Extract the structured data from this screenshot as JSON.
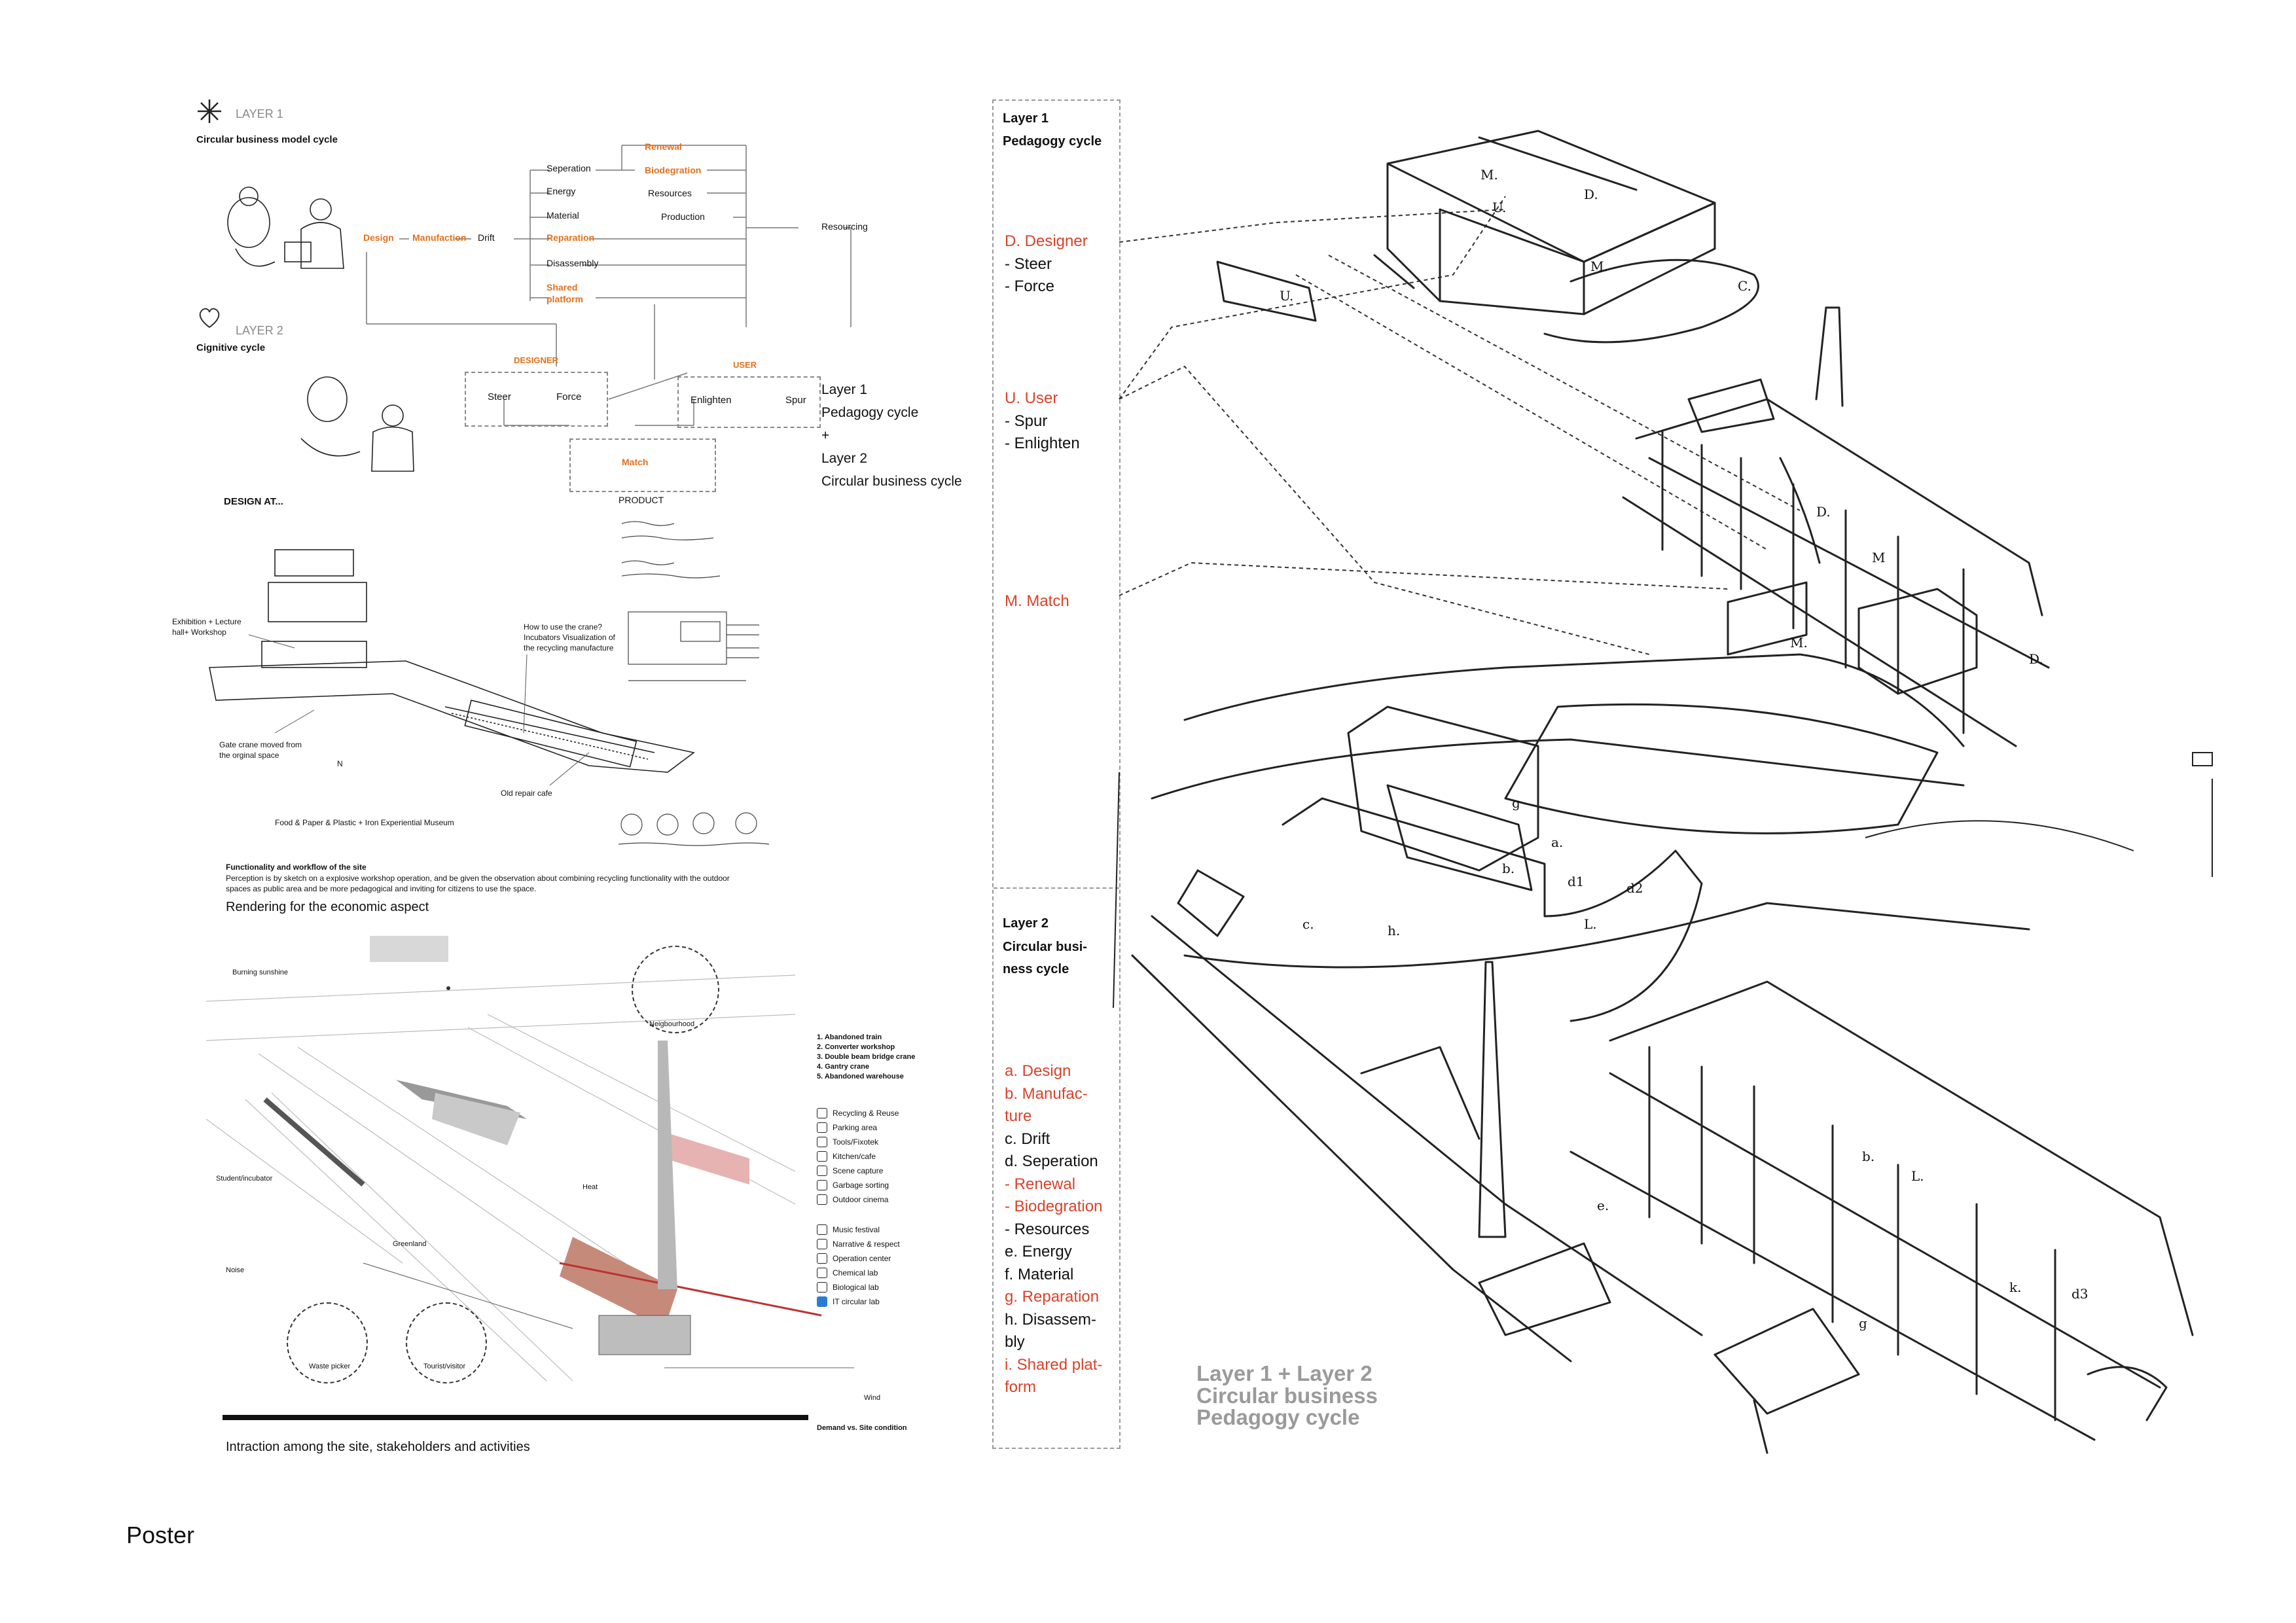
{
  "layer1_header": {
    "icon": "snowflake-icon",
    "title": "LAYER 1",
    "subtitle": "Circular business model cycle"
  },
  "layer2_header": {
    "icon": "heart-icon",
    "title": "LAYER 2",
    "subtitle": "Cignitive cycle"
  },
  "flow": {
    "design": "Design",
    "manufaction": "Manufaction",
    "drift": "Drift",
    "branches": [
      "Seperation",
      "Energy",
      "Material",
      "Reparation",
      "Disassembly",
      "Shared platform"
    ],
    "renewal": "Renewal",
    "biodegration": "Biodegration",
    "resources": "Resources",
    "production": "Production",
    "resourcing": "Resourcing",
    "designer_label": "DESIGNER",
    "user_label": "USER",
    "steer": "Steer",
    "force": "Force",
    "enlighten": "Enlighten",
    "spur": "Spur",
    "match": "Match",
    "product": "PRODUCT"
  },
  "layer_note": {
    "l1": "Layer 1",
    "l1b": "Pedagogy cycle",
    "plus": "+",
    "l2": "Layer 2",
    "l2b": "Circular business cycle"
  },
  "design_heading": "DESIGN AT...",
  "site_notes": {
    "exhibition": "Exhibition + Lecture hall+ Workshop",
    "crane_q": "How to use the crane? Incubators Visualization of the recycling manufacture",
    "gate_crane": "Gate crane moved from the orginal space",
    "repair": "Old repair cafe",
    "museum": "Food & Paper & Plastic + Iron Experiential Museum",
    "north": "N"
  },
  "functionality": {
    "title": "Functionality and workflow of the site",
    "body": "Perception is by sketch on a explosive workshop operation, and be given the observation about combining recycling functionality with the outdoor spaces as public area and be more pedagogical and inviting for citizens to use the space."
  },
  "rendering_title": "Rendering for the economic aspect",
  "render_labels": {
    "sunshine": "Burning sunshine",
    "neighbourhood": "Neigbourhood",
    "student": "Student/incubator",
    "noise": "Noise",
    "greenland": "Greenland",
    "heat": "Heat",
    "waste_picker": "Waste picker",
    "tourist": "Tourist/visitor",
    "wind": "Wind"
  },
  "render_list": [
    "1. Abandoned train",
    "2. Converter workshop",
    "3. Double beam bridge crane",
    "4. Gantry crane",
    "5. Abandoned warehouse"
  ],
  "legend_a": [
    "Recycling & Reuse",
    "Parking area",
    "Tools/Fixotek",
    "Kitchen/cafe",
    "Scene capture",
    "Garbage sorting",
    "Outdoor cinema"
  ],
  "legend_b": [
    "Music festival",
    "Narrative & respect",
    "Operation center",
    "Chemical lab",
    "Biological lab",
    "IT circular lab"
  ],
  "bar_caption": "Demand vs. Site condition",
  "interaction_caption": "Intraction among the site, stakeholders and activities",
  "poster_label": "Poster",
  "panel": {
    "l1_title": "Layer 1",
    "l1_sub": "Pedagogy cycle",
    "designer": "D. Designer",
    "steer": "- Steer",
    "force": "- Force",
    "user": "U. User",
    "spur": "- Spur",
    "enlighten": "- Enlighten",
    "match": "M. Match",
    "l2_title": "Layer 2",
    "l2_sub_1": "Circular busi-",
    "l2_sub_2": "ness cycle",
    "items": [
      {
        "t": "a. Design",
        "c": "red"
      },
      {
        "t": "b. Manufac-",
        "c": "red"
      },
      {
        "t": "ture",
        "c": "red"
      },
      {
        "t": "c. Drift",
        "c": "black"
      },
      {
        "t": "d. Seperation",
        "c": "black"
      },
      {
        "t": "- Renewal",
        "c": "red"
      },
      {
        "t": "- Biodegration",
        "c": "red"
      },
      {
        "t": "- Resources",
        "c": "black"
      },
      {
        "t": "e. Energy",
        "c": "black"
      },
      {
        "t": "f. Material",
        "c": "black"
      },
      {
        "t": "g. Reparation",
        "c": "red"
      },
      {
        "t": "h. Disassem-",
        "c": "black"
      },
      {
        "t": "bly",
        "c": "black"
      },
      {
        "t": "i. Shared plat-",
        "c": "red"
      },
      {
        "t": "form",
        "c": "red"
      }
    ]
  },
  "sketch_caption": [
    "Layer 1 + Layer 2",
    "Circular business",
    "Pedagogy cycle"
  ],
  "sketch_letters": [
    "M.",
    "D.",
    "U.",
    "M.",
    "C.",
    "U.",
    "D.",
    "M",
    "D.",
    "M.",
    "g",
    "a.",
    "d1",
    "d2",
    "b.",
    "L.",
    "h.",
    "c.",
    "e.",
    "b.",
    "L.",
    "g",
    "d3",
    "k."
  ],
  "colors": {
    "orange": "#e2711d",
    "red": "#d9432a",
    "gray": "#888888"
  }
}
